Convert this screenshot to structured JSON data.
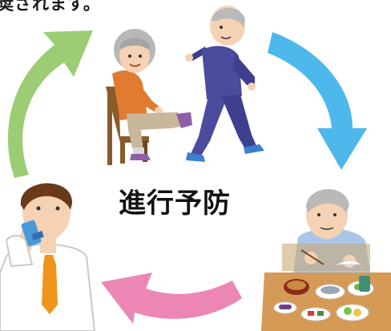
{
  "top_text": "奨されます。",
  "center_title": "進行予防",
  "colors": {
    "arrow_green": "#9ccd74",
    "arrow_blue": "#4db8ec",
    "arrow_pink": "#ec87b5"
  },
  "illustrations": [
    "elderly-woman-leg-exercise",
    "elderly-man-walking",
    "elderly-man-eating-meal",
    "man-using-inhaler"
  ]
}
